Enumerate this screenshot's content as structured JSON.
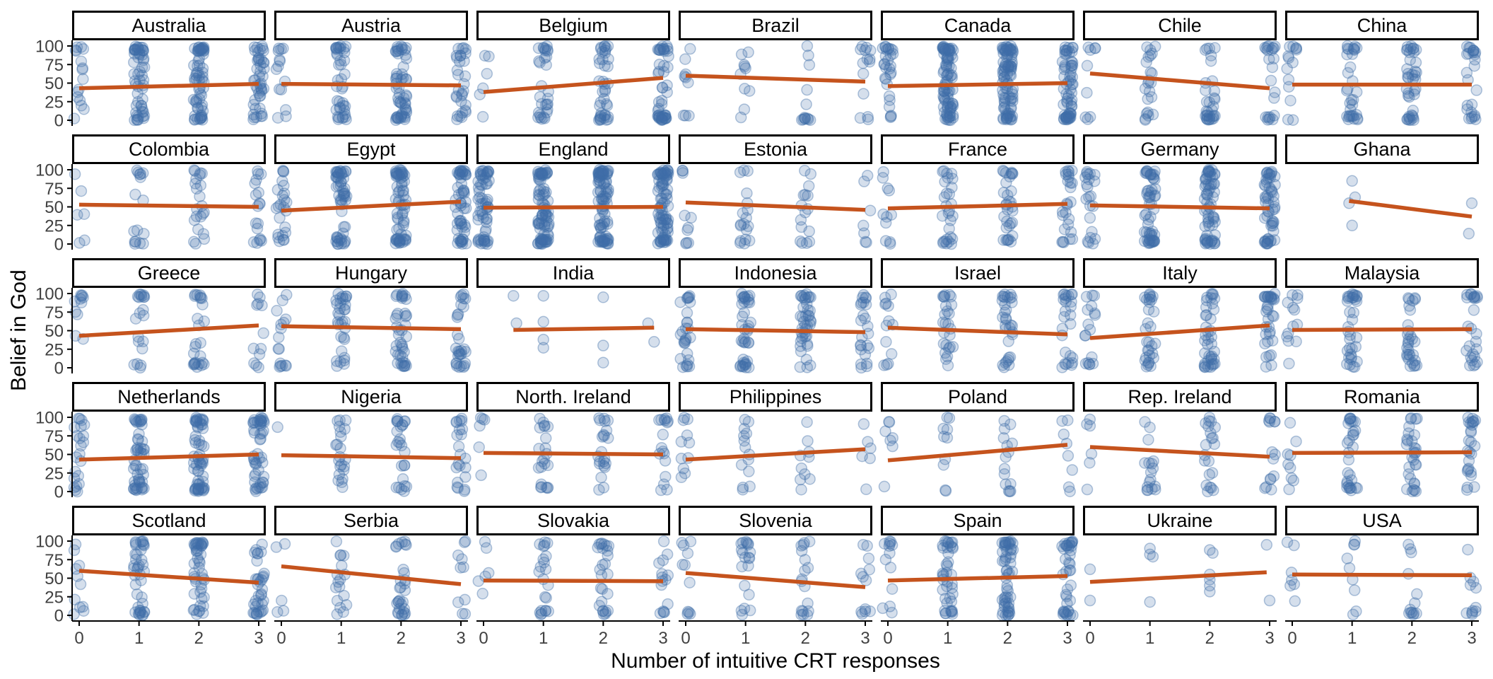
{
  "figure": {
    "y_axis_title": "Belief in God",
    "x_axis_title": "Number of intuitive CRT responses",
    "y_tick_labels": [
      "100",
      "75",
      "50",
      "25",
      "0"
    ],
    "x_tick_labels": [
      "0",
      "1",
      "2",
      "3"
    ]
  },
  "style": {
    "point_color": "#3e6fa7",
    "point_fill_opacity": 0.22,
    "point_stroke_opacity": 0.4,
    "trend_color": "#c5531d",
    "axis_color": "#000000",
    "tick_label_color": "#404040",
    "strip_border_color": "#000000",
    "background": "#ffffff"
  },
  "chart_data": {
    "type": "scatter",
    "title": "",
    "xlabel": "Number of intuitive CRT responses",
    "ylabel": "Belief in God",
    "xlim": [
      0,
      3
    ],
    "ylim": [
      0,
      100
    ],
    "x_ticks": [
      0,
      1,
      2,
      3
    ],
    "y_ticks": [
      0,
      25,
      50,
      75,
      100
    ],
    "grid": "off",
    "facet_layout_rows_cols": [
      5,
      7
    ],
    "point_style": "translucent blue jittered circles",
    "trend_style": "orange linear regression line per facet",
    "panels": [
      {
        "country": "Australia",
        "trend_x": [
          0,
          3
        ],
        "trend_y": [
          43,
          49
        ],
        "points_per_x": [
          16,
          55,
          65,
          45
        ]
      },
      {
        "country": "Austria",
        "trend_x": [
          0,
          3
        ],
        "trend_y": [
          49,
          47
        ],
        "points_per_x": [
          14,
          40,
          55,
          30
        ]
      },
      {
        "country": "Belgium",
        "trend_x": [
          0,
          3
        ],
        "trend_y": [
          38,
          57
        ],
        "points_per_x": [
          6,
          30,
          40,
          50
        ]
      },
      {
        "country": "Brazil",
        "trend_x": [
          0,
          3
        ],
        "trend_y": [
          60,
          52
        ],
        "points_per_x": [
          9,
          10,
          13,
          14
        ]
      },
      {
        "country": "Canada",
        "trend_x": [
          0,
          3
        ],
        "trend_y": [
          46,
          50
        ],
        "points_per_x": [
          28,
          85,
          90,
          65
        ]
      },
      {
        "country": "Chile",
        "trend_x": [
          0,
          3
        ],
        "trend_y": [
          63,
          43
        ],
        "points_per_x": [
          9,
          22,
          32,
          22
        ]
      },
      {
        "country": "China",
        "trend_x": [
          0,
          3
        ],
        "trend_y": [
          48,
          48
        ],
        "points_per_x": [
          14,
          32,
          40,
          26
        ]
      },
      {
        "country": "Colombia",
        "trend_x": [
          0,
          3
        ],
        "trend_y": [
          53,
          50
        ],
        "points_per_x": [
          6,
          16,
          22,
          18
        ]
      },
      {
        "country": "Egypt",
        "trend_x": [
          0,
          3
        ],
        "trend_y": [
          45,
          57
        ],
        "points_per_x": [
          24,
          55,
          65,
          55
        ]
      },
      {
        "country": "England",
        "trend_x": [
          0,
          3
        ],
        "trend_y": [
          49,
          50
        ],
        "points_per_x": [
          60,
          85,
          90,
          85
        ]
      },
      {
        "country": "Estonia",
        "trend_x": [
          0,
          3
        ],
        "trend_y": [
          56,
          46
        ],
        "points_per_x": [
          10,
          18,
          16,
          7
        ]
      },
      {
        "country": "France",
        "trend_x": [
          0,
          3
        ],
        "trend_y": [
          48,
          54
        ],
        "points_per_x": [
          11,
          28,
          32,
          26
        ]
      },
      {
        "country": "Germany",
        "trend_x": [
          0,
          3
        ],
        "trend_y": [
          52,
          48
        ],
        "points_per_x": [
          22,
          55,
          65,
          55
        ]
      },
      {
        "country": "Ghana",
        "trend_x": [
          0.95,
          3
        ],
        "trend_y": [
          58,
          37
        ],
        "points_per_x": [
          0,
          0,
          0,
          0
        ],
        "points": [
          [
            0.95,
            55
          ],
          [
            1,
            85
          ],
          [
            1.05,
            63
          ],
          [
            1,
            25
          ],
          [
            3,
            55
          ],
          [
            2.95,
            14
          ]
        ]
      },
      {
        "country": "Greece",
        "trend_x": [
          0,
          3
        ],
        "trend_y": [
          43,
          57
        ],
        "points_per_x": [
          11,
          20,
          26,
          12
        ]
      },
      {
        "country": "Hungary",
        "trend_x": [
          0,
          3
        ],
        "trend_y": [
          56,
          52
        ],
        "points_per_x": [
          16,
          32,
          40,
          30
        ]
      },
      {
        "country": "India",
        "trend_x": [
          0.5,
          2.85
        ],
        "trend_y": [
          51,
          54
        ],
        "points_per_x": [
          0,
          0,
          0,
          0
        ],
        "points": [
          [
            0.5,
            97
          ],
          [
            0.55,
            60
          ],
          [
            1,
            97
          ],
          [
            1,
            62
          ],
          [
            1,
            38
          ],
          [
            1,
            27
          ],
          [
            2,
            95
          ],
          [
            2,
            30
          ],
          [
            2,
            7
          ],
          [
            2.75,
            60
          ],
          [
            2.85,
            35
          ]
        ]
      },
      {
        "country": "Indonesia",
        "trend_x": [
          0,
          3
        ],
        "trend_y": [
          52,
          48
        ],
        "points_per_x": [
          28,
          40,
          42,
          24
        ]
      },
      {
        "country": "Israel",
        "trend_x": [
          0,
          3
        ],
        "trend_y": [
          54,
          45
        ],
        "points_per_x": [
          13,
          26,
          32,
          26
        ]
      },
      {
        "country": "Italy",
        "trend_x": [
          0,
          3
        ],
        "trend_y": [
          40,
          57
        ],
        "points_per_x": [
          17,
          30,
          40,
          34
        ]
      },
      {
        "country": "Malaysia",
        "trend_x": [
          0,
          3
        ],
        "trend_y": [
          51,
          52
        ],
        "points_per_x": [
          13,
          34,
          30,
          26
        ]
      },
      {
        "country": "Netherlands",
        "trend_x": [
          0,
          3
        ],
        "trend_y": [
          43,
          50
        ],
        "points_per_x": [
          22,
          50,
          60,
          48
        ]
      },
      {
        "country": "Nigeria",
        "trend_x": [
          0,
          3
        ],
        "trend_y": [
          49,
          45
        ],
        "points_per_x": [
          1,
          22,
          26,
          22
        ]
      },
      {
        "country": "North. Ireland",
        "trend_x": [
          0,
          3
        ],
        "trend_y": [
          52,
          50
        ],
        "points_per_x": [
          6,
          22,
          22,
          17
        ]
      },
      {
        "country": "Philippines",
        "trend_x": [
          0,
          3
        ],
        "trend_y": [
          43,
          57
        ],
        "points_per_x": [
          11,
          14,
          10,
          6
        ]
      },
      {
        "country": "Poland",
        "trend_x": [
          0,
          3
        ],
        "trend_y": [
          42,
          63
        ],
        "points_per_x": [
          7,
          10,
          15,
          8
        ]
      },
      {
        "country": "Rep. Ireland",
        "trend_x": [
          0,
          3
        ],
        "trend_y": [
          60,
          47
        ],
        "points_per_x": [
          6,
          17,
          21,
          15
        ]
      },
      {
        "country": "Romania",
        "trend_x": [
          0,
          3
        ],
        "trend_y": [
          52,
          53
        ],
        "points_per_x": [
          9,
          30,
          30,
          26
        ]
      },
      {
        "country": "Scotland",
        "trend_x": [
          0,
          3
        ],
        "trend_y": [
          60,
          44
        ],
        "points_per_x": [
          11,
          40,
          45,
          35
        ]
      },
      {
        "country": "Serbia",
        "trend_x": [
          0,
          3
        ],
        "trend_y": [
          66,
          42
        ],
        "points_per_x": [
          5,
          17,
          30,
          10
        ]
      },
      {
        "country": "Slovakia",
        "trend_x": [
          0,
          3
        ],
        "trend_y": [
          47,
          46
        ],
        "points_per_x": [
          6,
          22,
          26,
          15
        ]
      },
      {
        "country": "Slovenia",
        "trend_x": [
          0,
          3
        ],
        "trend_y": [
          57,
          38
        ],
        "points_per_x": [
          11,
          20,
          18,
          12
        ]
      },
      {
        "country": "Spain",
        "trend_x": [
          0,
          3
        ],
        "trend_y": [
          47,
          53
        ],
        "points_per_x": [
          13,
          40,
          55,
          40
        ]
      },
      {
        "country": "Ukraine",
        "trend_x": [
          0,
          2.95
        ],
        "trend_y": [
          45,
          58
        ],
        "points_per_x": [
          0,
          0,
          0,
          0
        ],
        "points": [
          [
            0,
            62
          ],
          [
            0,
            20
          ],
          [
            1,
            90
          ],
          [
            1,
            82
          ],
          [
            1.05,
            79
          ],
          [
            1,
            18
          ],
          [
            2,
            88
          ],
          [
            2.05,
            84
          ],
          [
            2,
            55
          ],
          [
            2,
            48
          ],
          [
            2,
            40
          ],
          [
            2,
            32
          ],
          [
            2.95,
            95
          ],
          [
            3,
            20
          ]
        ]
      },
      {
        "country": "USA",
        "trend_x": [
          0,
          3
        ],
        "trend_y": [
          55,
          54
        ],
        "points_per_x": [
          7,
          9,
          13,
          11
        ]
      }
    ]
  }
}
